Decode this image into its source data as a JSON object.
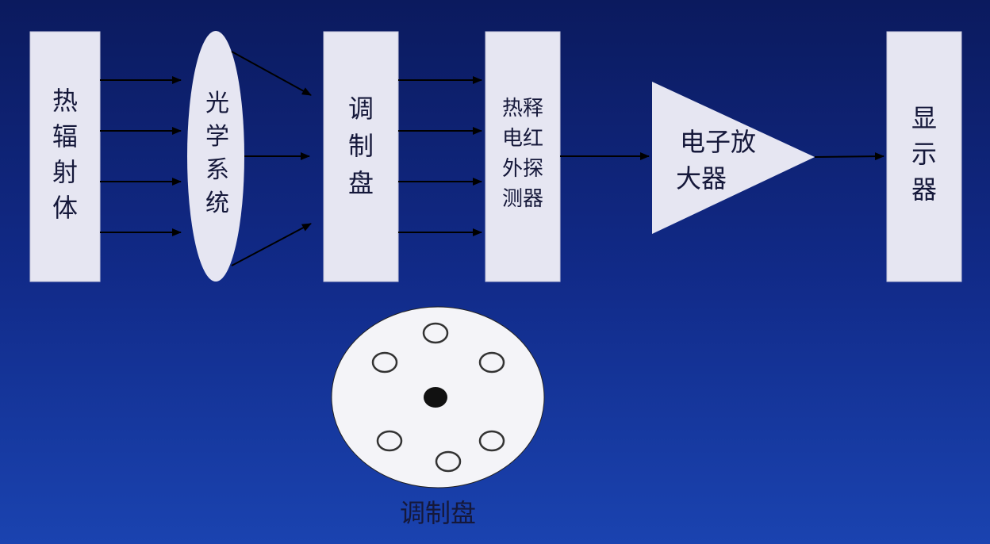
{
  "blocks": {
    "source": [
      "热",
      "辐",
      "射",
      "体"
    ],
    "optics": [
      "光",
      "学",
      "系",
      "统"
    ],
    "modulator": [
      "调",
      "制",
      "盘"
    ],
    "detector": [
      "热释",
      "电红",
      "外探",
      "测器"
    ],
    "amplifier": [
      "电子放",
      "大器"
    ],
    "display": [
      "显",
      "示",
      "器"
    ]
  },
  "disc_label": "调制盘",
  "colors": {
    "box": "#e6e6f2",
    "text": "#15183a",
    "arrow": "#000000"
  }
}
